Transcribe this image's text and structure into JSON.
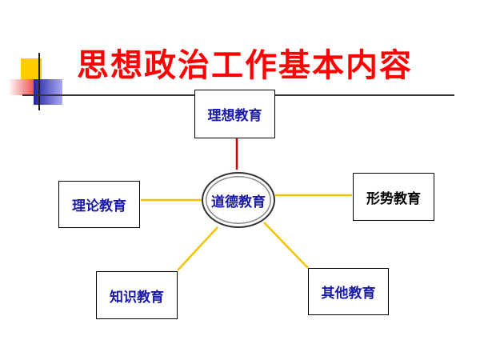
{
  "title": "思想政治工作基本内容",
  "center": {
    "label": "道德教育"
  },
  "nodes": {
    "top": "理想教育",
    "left": "理论教育",
    "right": "形势教育",
    "bottom_left": "知识教育",
    "bottom_right": "其他教育"
  },
  "colors": {
    "title": "#ff0000",
    "node_text": "#1a1aaa",
    "right_node_text": "#000000",
    "edge_top": "#dd0000",
    "edge_other": "#f2c400",
    "deco_yellow": "#ffcc00",
    "deco_red": "#ee3333",
    "deco_blue": "#2222aa"
  }
}
